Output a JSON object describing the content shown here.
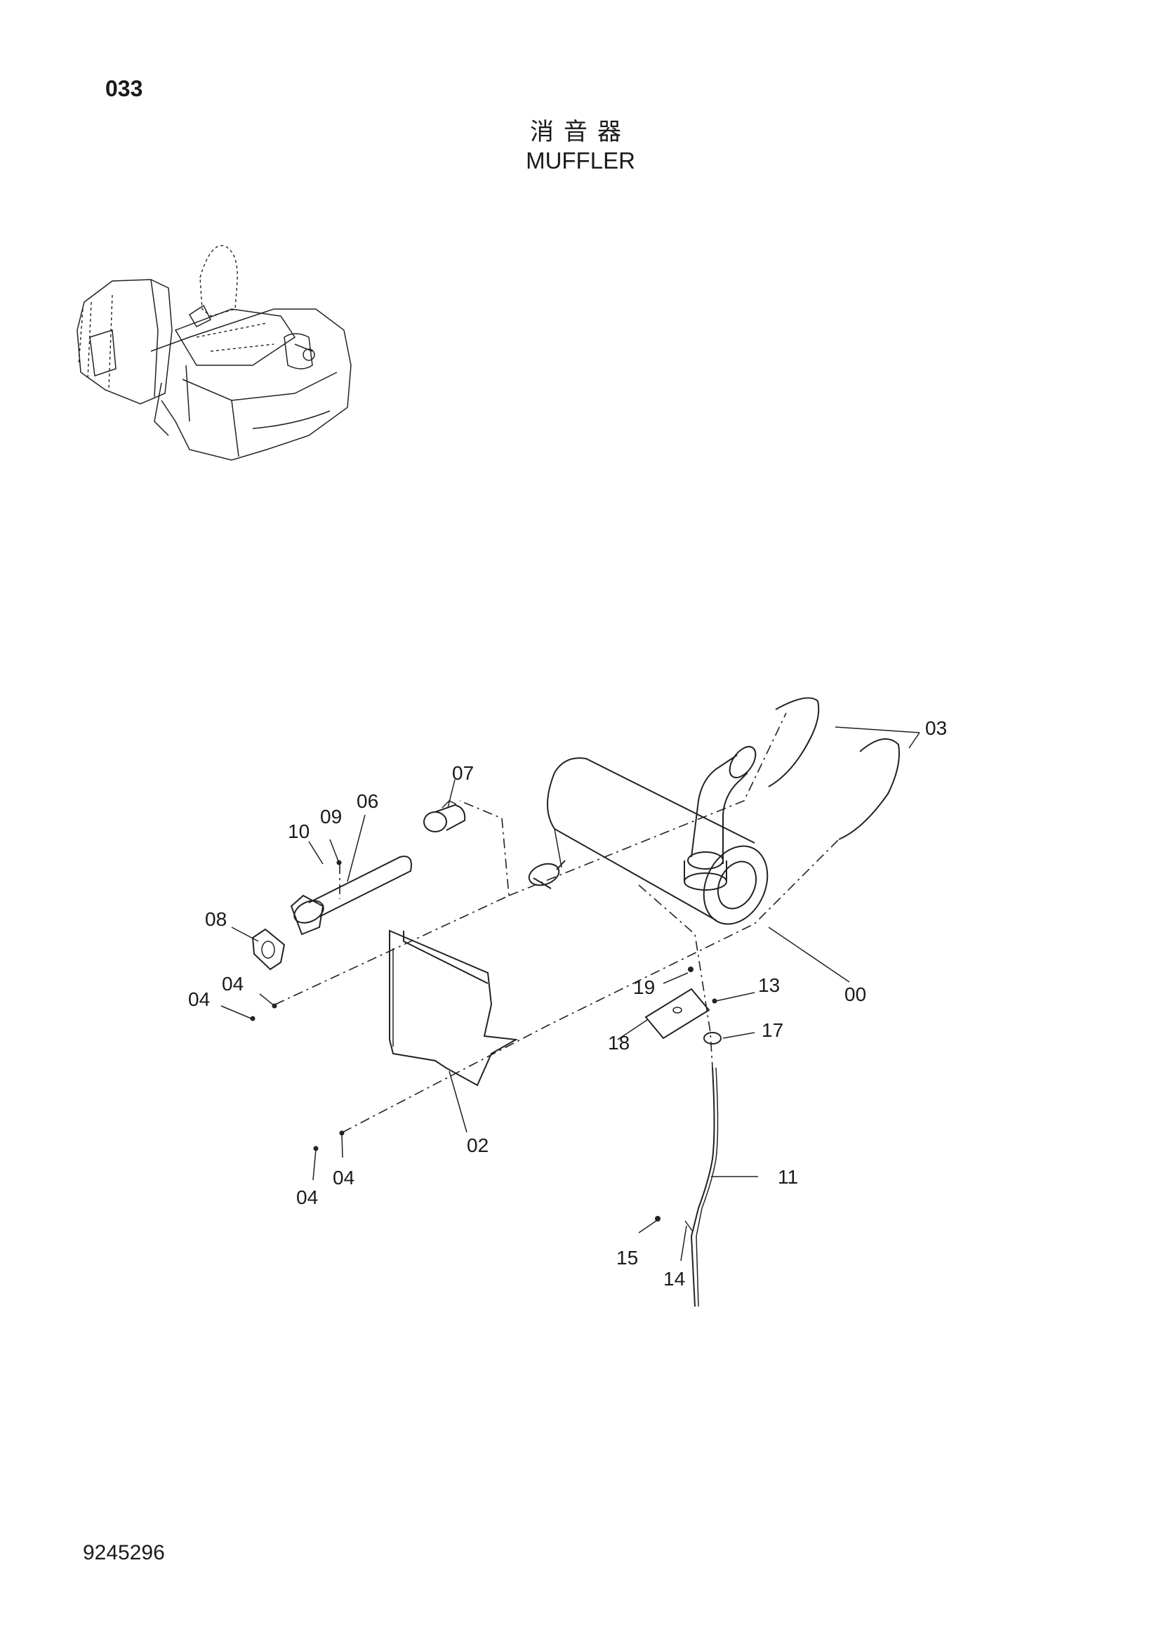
{
  "page_code": "033",
  "title_chinese": "消音器",
  "title_english": "MUFFLER",
  "document_number": "9245296",
  "part_labels": {
    "p00": "00",
    "p02": "02",
    "p03": "03",
    "p04a": "04",
    "p04b": "04",
    "p04c": "04",
    "p04d": "04",
    "p06": "06",
    "p07": "07",
    "p08": "08",
    "p09": "09",
    "p10": "10",
    "p11": "11",
    "p13": "13",
    "p14": "14",
    "p15": "15",
    "p17": "17",
    "p18": "18",
    "p19": "19"
  }
}
